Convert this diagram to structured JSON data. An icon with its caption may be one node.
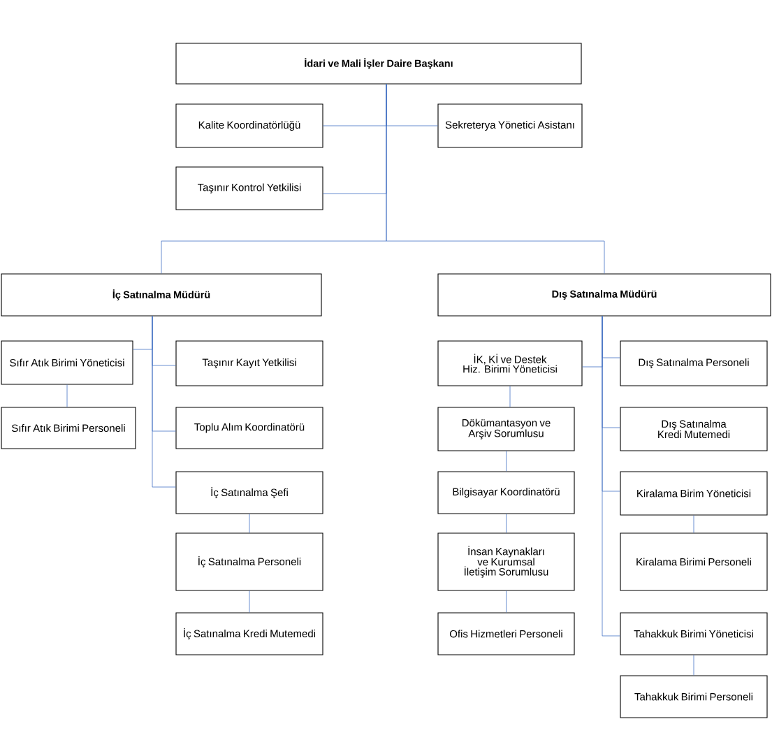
{
  "diagram": {
    "nodes": [
      {
        "text": [
          "İdari ve Mali İşler Daire Başkanı"
        ]
      },
      {
        "text": [
          "Kalite Koordinatörlüğü"
        ]
      },
      {
        "text": [
          "Sekreterya Yönetici Asistanı"
        ]
      },
      {
        "text": [
          "Taşınır Kontrol Yetkilisi"
        ]
      },
      {
        "text": [
          "İç Satınalma Müdürü"
        ]
      },
      {
        "text": [
          "Dış Satınalma Müdürü"
        ]
      },
      {
        "text": [
          "Sıfır Atık Birimi Yöneticisi"
        ]
      },
      {
        "text": [
          "Taşınır Kayıt Yetkilisi"
        ]
      },
      {
        "text": [
          "Sıfır Atık Birimi Personeli"
        ]
      },
      {
        "text": [
          "Toplu Alım Koordinatörü"
        ]
      },
      {
        "text": [
          "İç Satınalma Şefi"
        ]
      },
      {
        "text": [
          "İç Satınalma Personeli"
        ]
      },
      {
        "text": [
          "İç Satınalma Kredi Mutemedi"
        ]
      },
      {
        "text": [
          "İK, Kİ ve Destek Hiz. Birimi Yöneticisi"
        ]
      },
      {
        "text": [
          "Dış Satınalma Personeli"
        ]
      },
      {
        "text": [
          "Dökümantasyon ve Arşiv Sorumlusu"
        ]
      },
      {
        "text": [
          "Dış Satınalma Kredi Mutemedi"
        ]
      },
      {
        "text": [
          "Bilgisayar Koordinatörü"
        ]
      },
      {
        "text": [
          "Kiralama Birim Yöneticisi"
        ]
      },
      {
        "text": [
          "İnsan Kaynakları ve Kurumsal İletişim Sorumlusu"
        ]
      },
      {
        "text": [
          "Kiralama Birimi Personeli"
        ]
      },
      {
        "text": [
          "Ofis Hizmetleri Personeli"
        ]
      },
      {
        "text": [
          "Tahakkuk Birimi Yöneticisi"
        ]
      },
      {
        "text": [
          "Tahakkuk Birimi Personeli"
        ]
      }
    ],
    "edges": [
      {
        "from": 0,
        "to": 1,
        "arrow": "none"
      },
      {
        "from": 0,
        "to": 2,
        "arrow": "none"
      },
      {
        "from": 0,
        "to": 3,
        "arrow": "none"
      },
      {
        "from": 0,
        "to": 4,
        "arrow": "none"
      },
      {
        "from": 0,
        "to": 5,
        "arrow": "none"
      },
      {
        "from": 4,
        "to": 6,
        "arrow": "none"
      },
      {
        "from": 4,
        "to": 7,
        "arrow": "none"
      },
      {
        "from": 4,
        "to": 9,
        "arrow": "none"
      },
      {
        "from": 4,
        "to": 10,
        "arrow": "none"
      },
      {
        "from": 6,
        "to": 8,
        "arrow": "none"
      },
      {
        "from": 10,
        "to": 11,
        "arrow": "none"
      },
      {
        "from": 11,
        "to": 12,
        "arrow": "none"
      },
      {
        "from": 5,
        "to": 13,
        "arrow": "none"
      },
      {
        "from": 5,
        "to": 14,
        "arrow": "none"
      },
      {
        "from": 5,
        "to": 16,
        "arrow": "none"
      },
      {
        "from": 5,
        "to": 18,
        "arrow": "none"
      },
      {
        "from": 5,
        "to": 22,
        "arrow": "none"
      },
      {
        "from": 13,
        "to": 15,
        "arrow": "none"
      },
      {
        "from": 15,
        "to": 17,
        "arrow": "none"
      },
      {
        "from": 17,
        "to": 19,
        "arrow": "none"
      },
      {
        "from": 19,
        "to": 21,
        "arrow": "none"
      },
      {
        "from": 18,
        "to": 20,
        "arrow": "none"
      },
      {
        "from": 22,
        "to": 23,
        "arrow": "none"
      }
    ]
  }
}
